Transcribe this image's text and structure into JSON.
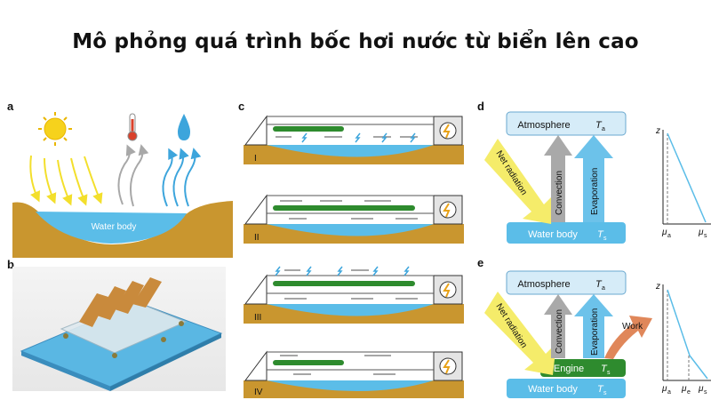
{
  "title": "Mô phỏng quá trình bốc hơi nước từ biển lên cao",
  "panels": {
    "a": {
      "label": "a",
      "water_body": "Water body"
    },
    "b": {
      "label": "b"
    },
    "c": {
      "label": "c",
      "stages": [
        "I",
        "II",
        "III",
        "IV"
      ]
    },
    "d": {
      "label": "d",
      "atmosphere": "Atmosphere",
      "t_atm": "T",
      "t_atm_sub": "a",
      "water_body": "Water body",
      "t_water": "T",
      "t_water_sub": "s",
      "net_radiation": "Net radiation",
      "convection": "Convection",
      "evaporation": "Evaporation",
      "z": "z",
      "mu": "μ",
      "mu_a": "a",
      "mu_s": "s"
    },
    "e": {
      "label": "e",
      "atmosphere": "Atmosphere",
      "t_atm": "T",
      "t_atm_sub": "a",
      "engine": "Engine",
      "t_engine": "T",
      "t_engine_sub": "s",
      "water_body": "Water body",
      "t_water": "T",
      "t_water_sub": "s",
      "net_radiation": "Net radiation",
      "convection": "Convection",
      "evaporation": "Evaporation",
      "work": "Work",
      "z": "z",
      "mu": "μ",
      "mu_a": "a",
      "mu_e": "e",
      "mu_s": "s"
    }
  },
  "icons": [
    "sun-icon",
    "thermometer-icon",
    "water-drop-icon",
    "lightning-icon"
  ],
  "colors": {
    "water": "#5bbde8",
    "soil": "#c9962f",
    "sun": "#f6d21c",
    "engine": "#2e8b2e",
    "atmosphere_box": "#d6ecf8",
    "arrow_yellow": "#f5ec6a",
    "arrow_gray": "#a9a9a9",
    "arrow_blue": "#6cc2ea",
    "arrow_orange": "#e0875a"
  }
}
